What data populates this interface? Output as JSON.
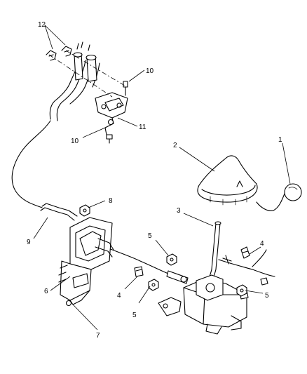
{
  "callouts": {
    "c1": "1",
    "c2": "2",
    "c3": "3",
    "c4a": "4",
    "c4b": "4",
    "c5a": "5",
    "c5b": "5",
    "c5c": "5",
    "c6": "6",
    "c7": "7",
    "c8": "8",
    "c9": "9",
    "c10a": "10",
    "c10b": "10",
    "c11": "11",
    "c12": "12"
  }
}
